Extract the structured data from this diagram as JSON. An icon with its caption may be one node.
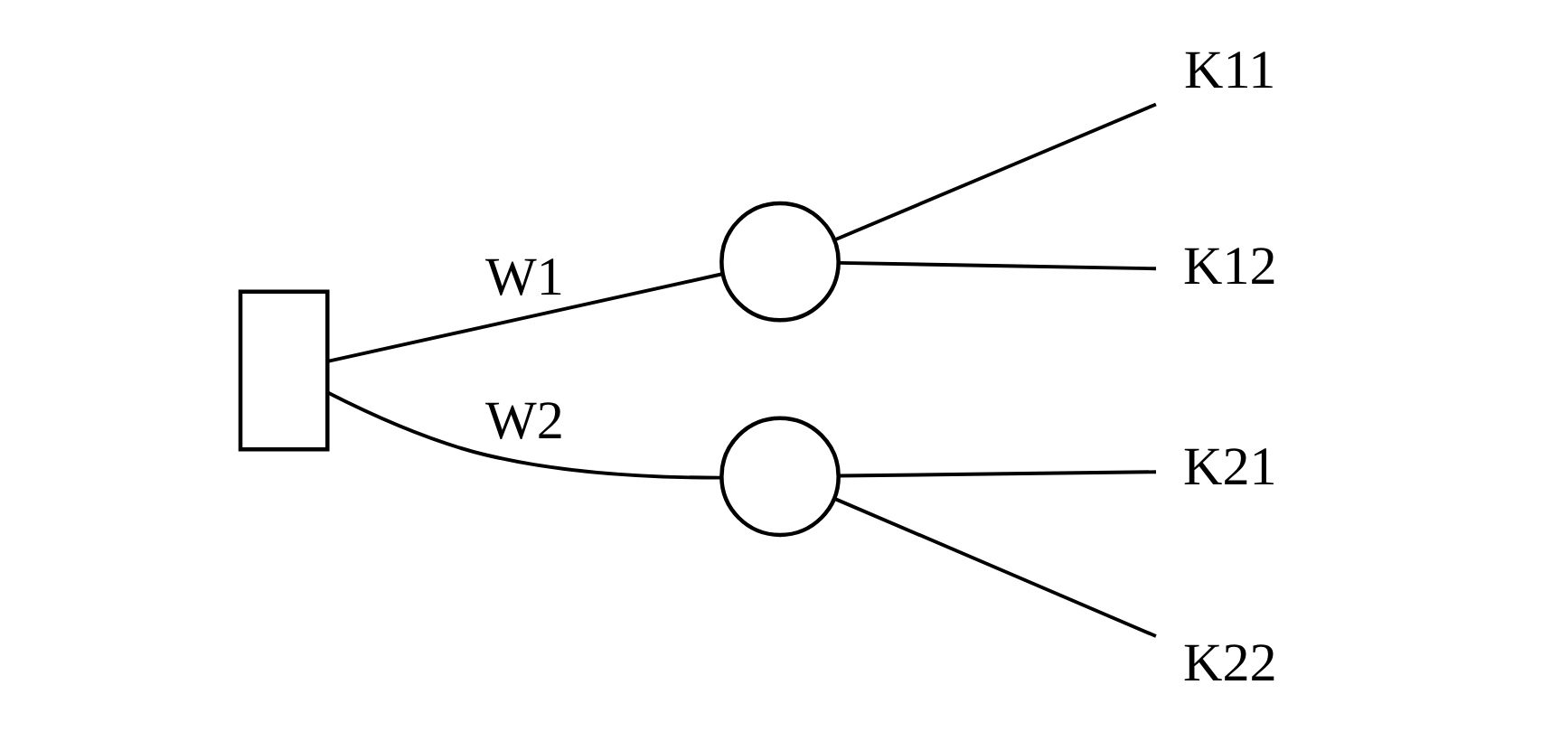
{
  "diagram": {
    "nodes": [
      {
        "text": [],
        "shape": "box"
      },
      {
        "text": [],
        "shape": "circle"
      },
      {
        "text": [],
        "shape": "circle"
      },
      {
        "text": [
          "K11"
        ]
      },
      {
        "text": [
          "K12"
        ]
      },
      {
        "text": [
          "K21"
        ]
      },
      {
        "text": [
          "K22"
        ]
      }
    ],
    "edges": [
      {
        "from": 0,
        "to": 1,
        "arrow": "none",
        "label": "W1"
      },
      {
        "from": 0,
        "to": 2,
        "arrow": "none",
        "label": "W2"
      },
      {
        "from": 1,
        "to": 3,
        "arrow": "none"
      },
      {
        "from": 1,
        "to": 4,
        "arrow": "none"
      },
      {
        "from": 2,
        "to": 5,
        "arrow": "none"
      },
      {
        "from": 2,
        "to": 6,
        "arrow": "none"
      }
    ]
  }
}
